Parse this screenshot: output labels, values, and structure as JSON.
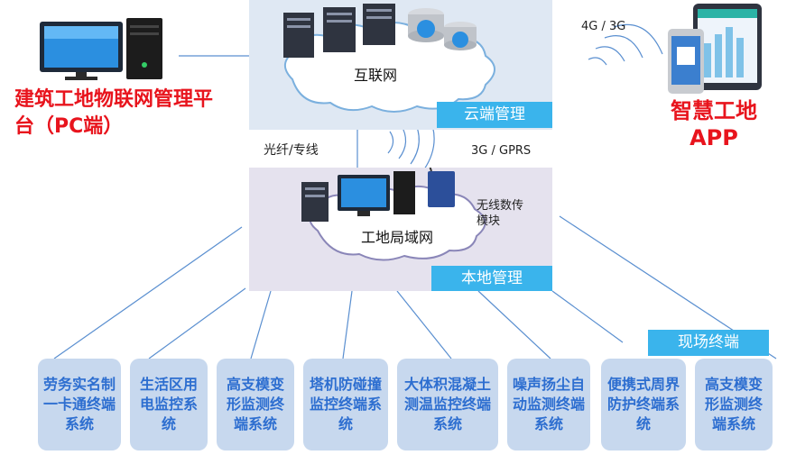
{
  "pc_platform": {
    "title": "建筑工地物联网管理平台（PC端）"
  },
  "cloud": {
    "label": "互联网",
    "tag": "云端管理"
  },
  "local": {
    "label": "工地局域网",
    "tag": "本地管理",
    "wireless_module": "无线数传模块"
  },
  "links": {
    "fiber": "光纤/专线",
    "gprs": "3G / GPRS",
    "mobile": "4G / 3G"
  },
  "app": {
    "title": "智慧工地APP"
  },
  "site_terminal_tag": "现场终端",
  "terminals": [
    "劳务实名制一卡通终端系统",
    "生活区用电监控系统",
    "高支模变形监测终端系统",
    "塔机防碰撞监控终端系统",
    "大体积混凝土测温监控终端系统",
    "噪声扬尘自动监测终端系统",
    "便携式周界防护终端系统",
    "高支模变形监测终端系统"
  ],
  "colors": {
    "accent_blue": "#3ab4ec",
    "title_red": "#e8141d",
    "terminal_fill": "#c7d8ee",
    "terminal_text": "#2d6ed0"
  }
}
